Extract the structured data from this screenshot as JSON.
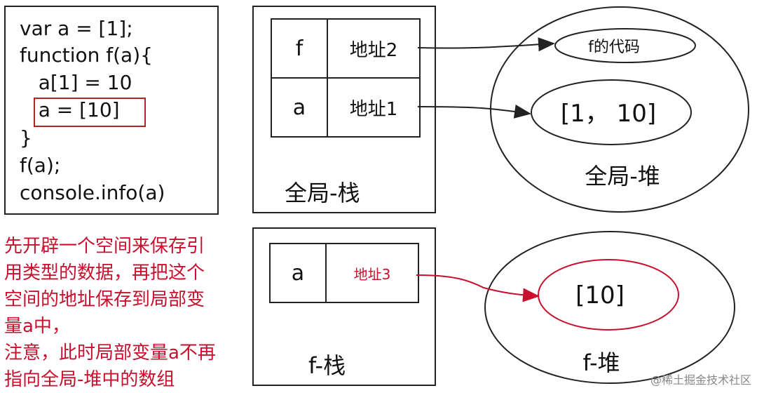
{
  "code": [
    "var a = [1];",
    "function f(a){",
    "   a[1] = 10",
    "   a = [10]",
    "}",
    "f(a);",
    "console.info(a)"
  ],
  "global_stack": {
    "label": "全局-栈",
    "rows": [
      {
        "key": "f",
        "value": "地址2"
      },
      {
        "key": "a",
        "value": "地址1"
      }
    ]
  },
  "global_heap": {
    "label": "全局-堆",
    "items": [
      "f的代码",
      "[1， 10]"
    ]
  },
  "f_stack": {
    "label": "f-栈",
    "rows": [
      {
        "key": "a",
        "value": "地址3"
      }
    ]
  },
  "f_heap": {
    "label": "f-堆",
    "items": [
      "[10]"
    ]
  },
  "note": [
    "先开辟一个空间来保存引",
    "用类型的数据，再把这个",
    "空间的地址保存到局部变",
    "量a中，",
    "注意，此时局部变量a不再",
    "指向全局-堆中的数组"
  ],
  "watermark": "@稀土掘金技术社区",
  "colors": {
    "accent_red": "#c8102e",
    "stroke": "#222222"
  }
}
